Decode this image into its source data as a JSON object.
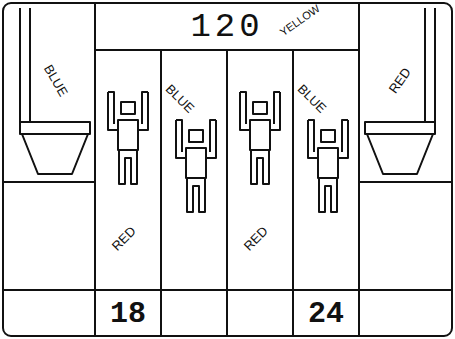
{
  "diagram": {
    "labels": [
      "120",
      "YELLOW",
      "BLUE",
      "BLUE",
      "BLUE",
      "RED",
      "RED",
      "RED",
      "18",
      "24"
    ]
  }
}
